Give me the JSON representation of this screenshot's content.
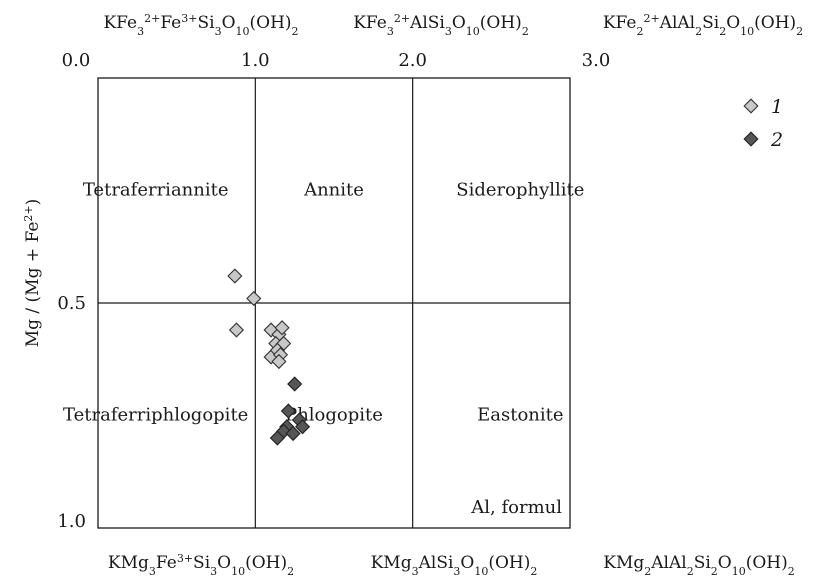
{
  "chart_data": {
    "type": "scatter",
    "xlabel": "Al, formul",
    "ylabel": "Mg / (Mg + Fe",
    "ylabel_sup": "2+",
    "ylabel_close": ")",
    "xlim": [
      0.0,
      3.0
    ],
    "ylim": [
      0.0,
      1.0
    ],
    "x_ticks": [
      "0.0",
      "1.0",
      "2.0",
      "3.0"
    ],
    "y_ticks": [
      "0.5",
      "1.0"
    ],
    "grid": "internal lines at Al = 1.0, 2.0 and Mg/(Mg+Fe) = 0.5",
    "legend_position": "top-right",
    "top_formulas": [
      {
        "id": "tetraferriannite",
        "parts": [
          {
            "t": "KFe"
          },
          {
            "t": "3",
            "s": "sub"
          },
          {
            "t": "2+",
            "s": "sup"
          },
          {
            "t": "Fe"
          },
          {
            "t": "3+",
            "s": "sup"
          },
          {
            "t": "Si"
          },
          {
            "t": "3",
            "s": "sub"
          },
          {
            "t": "O"
          },
          {
            "t": "10",
            "s": "sub"
          },
          {
            "t": "(OH)"
          },
          {
            "t": "2",
            "s": "sub"
          }
        ]
      },
      {
        "id": "annite",
        "parts": [
          {
            "t": "KFe"
          },
          {
            "t": "3",
            "s": "sub"
          },
          {
            "t": "2+",
            "s": "sup"
          },
          {
            "t": "AlSi"
          },
          {
            "t": "3",
            "s": "sub"
          },
          {
            "t": "O"
          },
          {
            "t": "10",
            "s": "sub"
          },
          {
            "t": "(OH)"
          },
          {
            "t": "2",
            "s": "sub"
          }
        ]
      },
      {
        "id": "siderophyllite",
        "parts": [
          {
            "t": "KFe"
          },
          {
            "t": "2",
            "s": "sub"
          },
          {
            "t": "2+",
            "s": "sup"
          },
          {
            "t": "AlAl"
          },
          {
            "t": "2",
            "s": "sub"
          },
          {
            "t": "Si"
          },
          {
            "t": "2",
            "s": "sub"
          },
          {
            "t": "O"
          },
          {
            "t": "10",
            "s": "sub"
          },
          {
            "t": "(OH)"
          },
          {
            "t": "2",
            "s": "sub"
          }
        ]
      }
    ],
    "bottom_formulas": [
      {
        "id": "tetraferriphlogopite",
        "parts": [
          {
            "t": "KMg"
          },
          {
            "t": "3",
            "s": "sub"
          },
          {
            "t": "Fe"
          },
          {
            "t": "3+",
            "s": "sup"
          },
          {
            "t": "Si"
          },
          {
            "t": "3",
            "s": "sub"
          },
          {
            "t": "O"
          },
          {
            "t": "10",
            "s": "sub"
          },
          {
            "t": "(OH)"
          },
          {
            "t": "2",
            "s": "sub"
          }
        ]
      },
      {
        "id": "phlogopite",
        "parts": [
          {
            "t": "KMg"
          },
          {
            "t": "3",
            "s": "sub"
          },
          {
            "t": "AlSi"
          },
          {
            "t": "3",
            "s": "sub"
          },
          {
            "t": "O"
          },
          {
            "t": "10",
            "s": "sub"
          },
          {
            "t": "(OH)"
          },
          {
            "t": "2",
            "s": "sub"
          }
        ]
      },
      {
        "id": "eastonite",
        "parts": [
          {
            "t": "KMg"
          },
          {
            "t": "2",
            "s": "sub"
          },
          {
            "t": "AlAl"
          },
          {
            "t": "2",
            "s": "sub"
          },
          {
            "t": "Si"
          },
          {
            "t": "2",
            "s": "sub"
          },
          {
            "t": "O"
          },
          {
            "t": "10",
            "s": "sub"
          },
          {
            "t": "(OH)"
          },
          {
            "t": "2",
            "s": "sub"
          }
        ]
      }
    ],
    "field_labels": [
      {
        "text": "Tetraferriannite",
        "x": 0.5,
        "y": 0.25
      },
      {
        "text": "Annite",
        "x": 1.5,
        "y": 0.25
      },
      {
        "text": "Siderophyllite",
        "x": 2.5,
        "y": 0.25
      },
      {
        "text": "Tetraferriphlogopite",
        "x": 0.5,
        "y": 0.75
      },
      {
        "text": "Phlogopite",
        "x": 1.5,
        "y": 0.75
      },
      {
        "text": "Eastonite",
        "x": 2.5,
        "y": 0.75
      }
    ],
    "legend": [
      {
        "label": "1",
        "color": "#c8c8c8"
      },
      {
        "label": "2",
        "color": "#555555"
      }
    ],
    "series": [
      {
        "color": "#c8c8c8",
        "stroke": "#333333",
        "points": [
          [
            0.87,
            0.44
          ],
          [
            0.88,
            0.56
          ],
          [
            0.99,
            0.49
          ],
          [
            1.1,
            0.56
          ],
          [
            1.15,
            0.57
          ],
          [
            1.17,
            0.555
          ],
          [
            1.13,
            0.59
          ],
          [
            1.18,
            0.59
          ],
          [
            1.1,
            0.62
          ],
          [
            1.14,
            0.605
          ],
          [
            1.16,
            0.615
          ],
          [
            1.15,
            0.63
          ]
        ]
      },
      {
        "color": "#555555",
        "stroke": "#222222",
        "points": [
          [
            1.25,
            0.68
          ],
          [
            1.21,
            0.74
          ],
          [
            1.28,
            0.76
          ],
          [
            1.3,
            0.775
          ],
          [
            1.2,
            0.775
          ],
          [
            1.18,
            0.785
          ],
          [
            1.24,
            0.79
          ],
          [
            1.14,
            0.8
          ]
        ]
      }
    ]
  }
}
